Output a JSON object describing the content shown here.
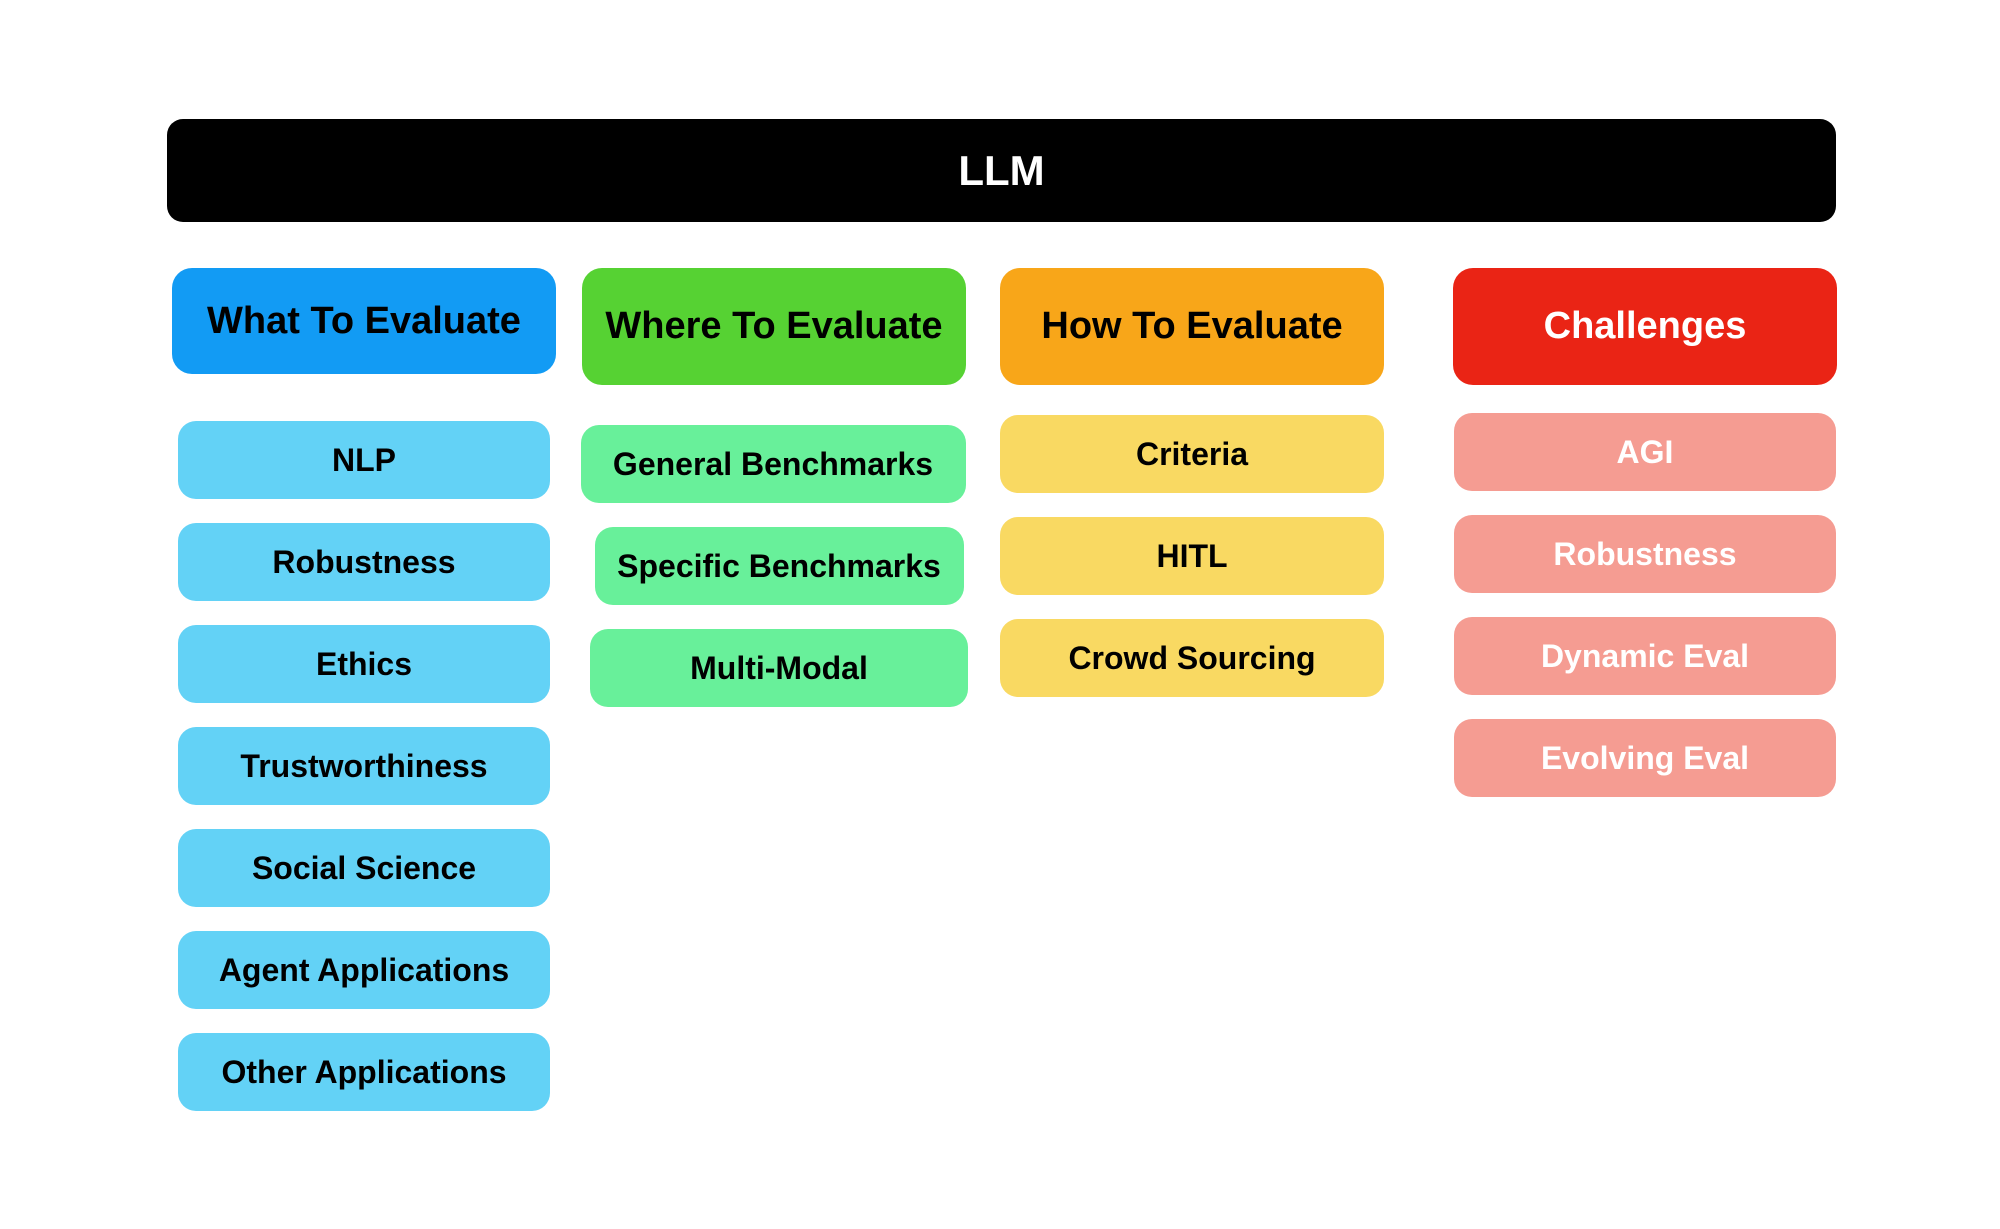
{
  "diagram": {
    "title": "LLM",
    "colors": {
      "background": "#FFFFFF",
      "root_bg": "#000000",
      "root_text": "#FFFFFF",
      "what_header_bg": "#129BF4",
      "what_item_bg": "#63D2F6",
      "where_header_bg": "#56D233",
      "where_item_bg": "#68F09A",
      "how_header_bg": "#F8A619",
      "how_item_bg": "#F9D962",
      "challenges_header_bg": "#EA2415",
      "challenges_item_bg": "#F59C92",
      "dark_text": "#000000",
      "light_text": "#FFFFFF"
    },
    "columns": [
      {
        "header": "What To Evaluate",
        "items": [
          "NLP",
          "Robustness",
          "Ethics",
          "Trustworthiness",
          "Social Science",
          "Agent Applications",
          "Other Applications"
        ]
      },
      {
        "header": "Where To Evaluate",
        "items": [
          "General Benchmarks",
          "Specific Benchmarks",
          "Multi-Modal"
        ]
      },
      {
        "header": "How To Evaluate",
        "items": [
          "Criteria",
          "HITL",
          "Crowd Sourcing"
        ]
      },
      {
        "header": "Challenges",
        "items": [
          "AGI",
          "Robustness",
          "Dynamic Eval",
          "Evolving Eval"
        ]
      }
    ]
  }
}
